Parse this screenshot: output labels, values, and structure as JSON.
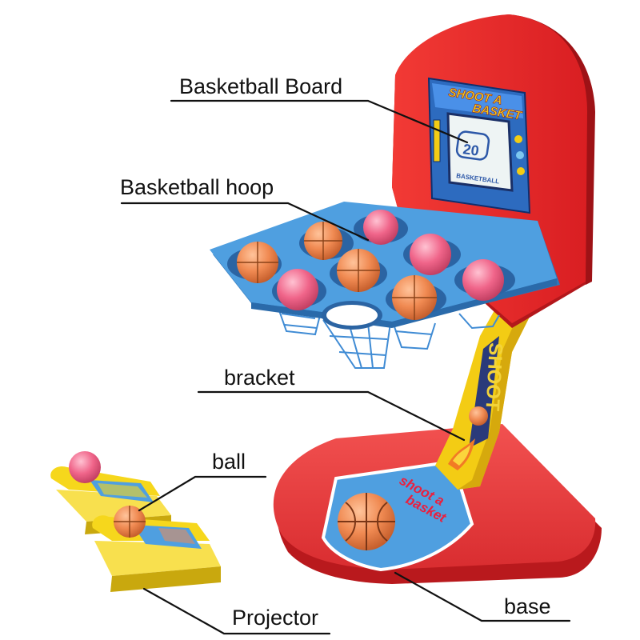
{
  "labels": {
    "board": "Basketball Board",
    "hoop": "Basketball hoop",
    "bracket": "bracket",
    "ball": "ball",
    "projector": "Projector",
    "base": "base"
  },
  "toy": {
    "sign_line1": "SHOOT A",
    "sign_line2": "BASKET",
    "score": "20",
    "score_caption": "BASKETBALL",
    "pole_text": "SHOOT",
    "base_text_line1": "shoot a",
    "base_text_line2": "basket"
  },
  "colors": {
    "board_red": "#e8262a",
    "board_dark": "#b8191c",
    "hoop_blue": "#4f9fe0",
    "hoop_blue_dark": "#2f76b8",
    "pole_yellow": "#f3cc14",
    "base_red": "#e93b3c",
    "ball_orange": "#f08a52",
    "ball_pink": "#f0658a",
    "projector_yellow": "#f6d71c"
  }
}
